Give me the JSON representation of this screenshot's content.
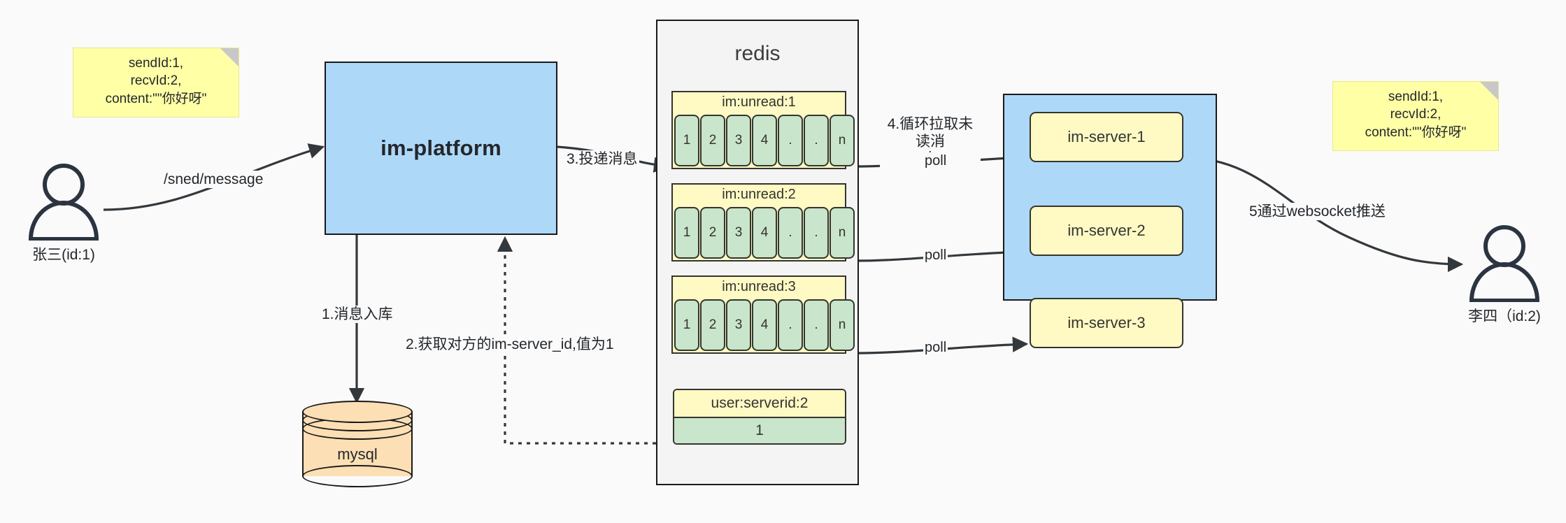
{
  "diagram": {
    "title": "IM message delivery architecture",
    "background": "#fafafa"
  },
  "colors": {
    "platform_fill": "#aed8f7",
    "note_fill": "#ffffa6",
    "redis_container_fill": "#f4f4f4",
    "key_fill": "#fff9c4",
    "cell_fill": "#c9e5cb",
    "mysql_fill": "#fcdfb4",
    "stroke": "#1a1a1a"
  },
  "notes": {
    "left": "sendId:1,\nrecvId:2,\ncontent:\"\"你好呀\"",
    "right": "sendId:1,\nrecvId:2,\ncontent:\"\"你好呀\""
  },
  "actors": {
    "sender": {
      "caption": "张三(id:1)",
      "icon": "user-icon"
    },
    "receiver": {
      "caption": "李四（id:2)",
      "icon": "user-icon"
    }
  },
  "nodes": {
    "platform": {
      "label": "im-platform"
    },
    "mysql": {
      "label": "mysql"
    },
    "redis": {
      "title": "redis"
    },
    "servers": [
      {
        "label": "im-server-1"
      },
      {
        "label": "im-server-2"
      },
      {
        "label": "im-server-3"
      }
    ]
  },
  "redis_keys": [
    {
      "name": "im:unread:1",
      "cells": [
        "1",
        "2",
        "3",
        "4",
        ".",
        ".",
        "n"
      ]
    },
    {
      "name": "im:unread:2",
      "cells": [
        "1",
        "2",
        "3",
        "4",
        ".",
        ".",
        "n"
      ]
    },
    {
      "name": "im:unread:3",
      "cells": [
        "1",
        "2",
        "3",
        "4",
        ".",
        ".",
        "n"
      ]
    }
  ],
  "redis_kv": {
    "key": "user:serverid:2",
    "value": "1"
  },
  "edge_labels": {
    "send_message": "/sned/message",
    "step1": "1.消息入库",
    "step2": "2.获取对方的im-server_id,值为1",
    "step3": "3.投递消息",
    "step4": "4.循环拉取未读消\n息",
    "step5": "5通过websocket推送",
    "poll1": "poll",
    "poll2": "poll",
    "poll3": "poll"
  }
}
